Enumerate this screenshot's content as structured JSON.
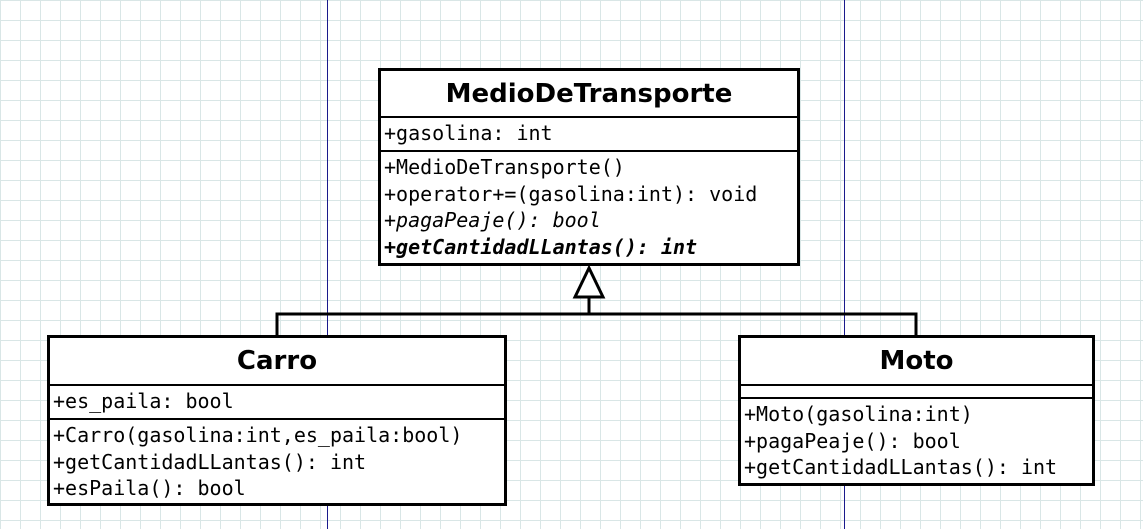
{
  "classes": {
    "medio": {
      "name": "MedioDeTransporte",
      "attributes": [
        "+gasolina: int"
      ],
      "operations": [
        {
          "text": "+MedioDeTransporte()",
          "style": "normal"
        },
        {
          "text": "+operator+=(gasolina:int): void",
          "style": "normal"
        },
        {
          "text": "+pagaPeaje(): bool",
          "style": "italic"
        },
        {
          "text": "+getCantidadLLantas(): int",
          "style": "bolditalic"
        }
      ]
    },
    "carro": {
      "name": "Carro",
      "attributes": [
        "+es_paila: bool"
      ],
      "operations": [
        {
          "text": "+Carro(gasolina:int,es_paila:bool)",
          "style": "normal"
        },
        {
          "text": "+getCantidadLLantas(): int",
          "style": "normal"
        },
        {
          "text": "+esPaila(): bool",
          "style": "normal"
        }
      ]
    },
    "moto": {
      "name": "Moto",
      "attributes": [],
      "operations": [
        {
          "text": "+Moto(gasolina:int)",
          "style": "normal"
        },
        {
          "text": "+pagaPeaje(): bool",
          "style": "normal"
        },
        {
          "text": "+getCantidadLLantas(): int",
          "style": "normal"
        }
      ]
    }
  },
  "relations": [
    {
      "type": "generalization",
      "from": "carro",
      "to": "medio"
    },
    {
      "type": "generalization",
      "from": "moto",
      "to": "medio"
    }
  ]
}
